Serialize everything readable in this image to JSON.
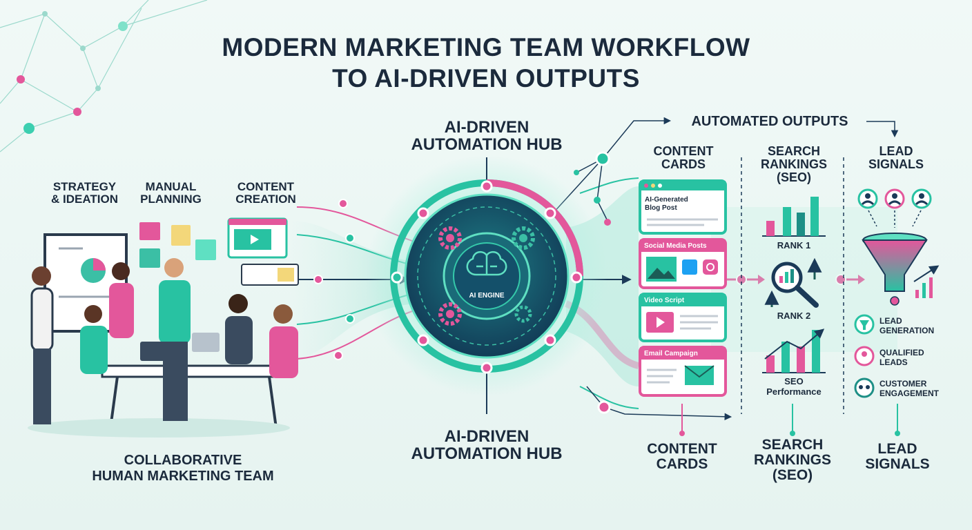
{
  "title": {
    "line1": "MODERN MARKETING TEAM WORKFLOW",
    "line2": "TO AI-DRIVEN OUTPUTS"
  },
  "team": {
    "labels": {
      "strategy": [
        "STRATEGY",
        "& IDEATION"
      ],
      "planning": [
        "MANUAL",
        "PLANNING"
      ],
      "creation": [
        "CONTENT",
        "CREATION"
      ]
    },
    "caption": [
      "COLLABORATIVE",
      "HUMAN MARKETING TEAM"
    ]
  },
  "hub": {
    "top_label": [
      "AI-DRIVEN",
      "AUTOMATION HUB"
    ],
    "bottom_label": [
      "AI-DRIVEN",
      "AUTOMATION HUB"
    ],
    "engine_label": "AI ENGINE"
  },
  "outputs": {
    "header": "AUTOMATED OUTPUTS",
    "columns": {
      "content": [
        "CONTENT",
        "CARDS"
      ],
      "seo": [
        "SEARCH",
        "RANKINGS",
        "(SEO)"
      ],
      "lead": [
        "LEAD",
        "SIGNALS"
      ]
    },
    "cards": {
      "blog": [
        "AI-Generated",
        "Blog Post"
      ],
      "social": "Social Media Posts",
      "video": "Video Script",
      "email": "Email Campaign"
    },
    "seo": {
      "rank1": "RANK 1",
      "rank2": "RANK 2",
      "performance": [
        "SEO",
        "Performance"
      ]
    },
    "lead": {
      "items": [
        [
          "LEAD",
          "GENERATION"
        ],
        [
          "QUALIFIED",
          "LEADS"
        ],
        [
          "CUSTOMER",
          "ENGAGEMENT"
        ]
      ]
    }
  },
  "bottom": {
    "content": [
      "CONTENT",
      "CARDS"
    ],
    "seo": [
      "SEARCH",
      "RANKINGS",
      "(SEO)"
    ],
    "lead": [
      "LEAD",
      "SIGNALS"
    ]
  },
  "colors": {
    "teal": "#28c2a2",
    "pink": "#e3579b",
    "navy": "#1b2a3c",
    "background": "#eef8f5"
  },
  "icons": [
    "brain-icon",
    "gear-icon",
    "play-icon",
    "image-icon",
    "twitter-icon",
    "instagram-icon",
    "envelope-icon",
    "magnifier-icon",
    "funnel-icon",
    "user-icon",
    "arrow-icon"
  ]
}
